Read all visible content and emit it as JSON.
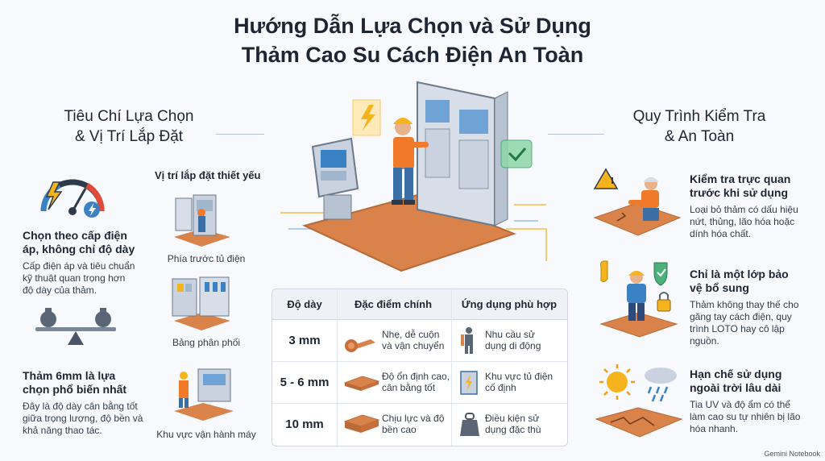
{
  "title": {
    "line1": "Hướng Dẫn Lựa Chọn và Sử Dụng",
    "line2": "Thảm Cao Su Cách Điện An Toàn"
  },
  "left": {
    "heading1": "Tiêu Chí Lựa Chọn",
    "heading2": "& Vị Trí Lắp Đặt",
    "item1": {
      "title1": "Chọn theo cấp điện",
      "title2": "áp, không chỉ độ dày",
      "desc1": "Cấp điện áp và tiêu chuẩn",
      "desc2": "kỹ thuật quan trọng hơn",
      "desc3": "độ dày của thảm."
    },
    "item2": {
      "title1": "Thảm 6mm là lựa",
      "title2": "chọn phổ biến nhất",
      "desc1": "Đây là độ dày cân bằng tốt",
      "desc2": "giữa trọng lượng, độ bền và",
      "desc3": "khả năng thao tác."
    }
  },
  "locations": {
    "heading": "Vị trí lắp đặt thiết yếu",
    "items": [
      "Phía trước tủ điện",
      "Bảng phân phối",
      "Khu vực vận hành máy"
    ]
  },
  "table": {
    "headers": [
      "Độ dày",
      "Đặc điểm chính",
      "Ứng dụng phù hợp"
    ],
    "rows": [
      {
        "thickness": "3 mm",
        "feature1": "Nhẹ, dễ cuộn",
        "feature2": "và vận chuyển",
        "use1": "Nhu cầu sử",
        "use2": "dụng di động"
      },
      {
        "thickness": "5 - 6 mm",
        "feature1": "Độ ổn định cao,",
        "feature2": "cân bằng tốt",
        "use1": "Khu vực tủ điện",
        "use2": "cố định"
      },
      {
        "thickness": "10 mm",
        "feature1": "Chịu lực và độ",
        "feature2": "bền cao",
        "use1": "Điều kiện sử",
        "use2": "dụng đặc thù"
      }
    ]
  },
  "right": {
    "heading1": "Quy Trình Kiểm Tra",
    "heading2": "& An Toàn",
    "item1": {
      "title1": "Kiểm tra trực quan",
      "title2": "trước khi sử dụng",
      "desc1": "Loại bỏ thảm có dấu hiệu",
      "desc2": "nứt, thủng, lão hóa hoặc",
      "desc3": "dính hóa chất."
    },
    "item2": {
      "title1": "Chỉ là một lớp bảo",
      "title2": "vệ bổ sung",
      "desc1": "Thảm không thay thế cho",
      "desc2": "găng tay cách điện, quy",
      "desc3": "trình LOTO hay cô lập",
      "desc4": "nguồn."
    },
    "item3": {
      "title1": "Hạn chế sử dụng",
      "title2": "ngoài trời lâu dài",
      "desc1": "Tia UV và độ ẩm có thể",
      "desc2": "làm cao su tự nhiên bị lão",
      "desc3": "hóa nhanh."
    }
  },
  "badge": "Gemini Notebook",
  "colors": {
    "mat": "#d9824a",
    "accent": "#f59e0b",
    "suit": "#f07a2a",
    "blue": "#3b82c4"
  }
}
